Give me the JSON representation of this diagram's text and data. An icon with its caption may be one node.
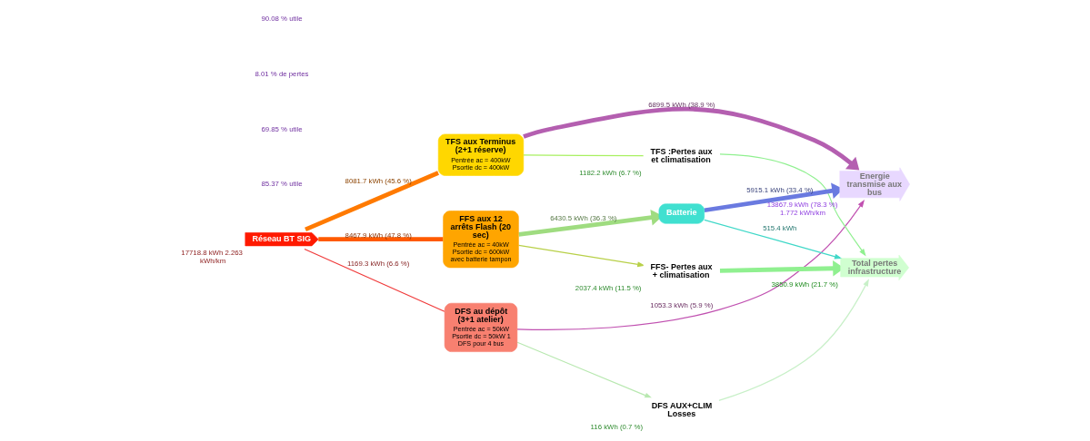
{
  "diagram": {
    "nodes": [
      {
        "text": [
          "Réseau BT SIG"
        ],
        "beside": [
          "17718.8 kWh 2.263 kWh/km"
        ]
      },
      {
        "text": [
          "TFS aux Terminus (2+1 réserve)",
          "Pentrée ac = 400kW Psortie dc = 400kW"
        ]
      },
      {
        "text": [
          "FFS aux 12 arrêts Flash (20 sec)",
          "Pentrée ac = 40kW Psortie dc = 600kW avec batterie tampon"
        ]
      },
      {
        "text": [
          "DFS au dépôt (3+1 atelier)",
          "Pentrée ac = 50kW Psortie dc = 50kW 1 DFS pour 4 bus"
        ]
      },
      {
        "text": [
          "TFS :Pertes aux et climatisation"
        ],
        "beside": [
          "1182.2 kWh (6.7 %)"
        ]
      },
      {
        "text": [
          "Batterie"
        ]
      },
      {
        "text": [
          "FFS- Pertes aux + climatisation"
        ],
        "beside": [
          "2037.4 kWh (11.5 %)"
        ]
      },
      {
        "text": [
          "DFS AUX+CLIM Losses"
        ],
        "beside": [
          "116 kWh (0.7 %)"
        ]
      },
      {
        "text": [
          "Energie transmise aux bus"
        ],
        "beside": [
          "13867.9 kWh (78.3 %) 1.772 kWh/km"
        ]
      },
      {
        "text": [
          "Total pertes infrastructure"
        ],
        "beside": [
          "3850.9 kWh (21.7 %)"
        ]
      }
    ],
    "edges": [
      {
        "from": 0,
        "to": 1,
        "arrow": "none",
        "label": "8081.7 kWh (45.6 %)",
        "style": "thick",
        "color": "#ff7a00"
      },
      {
        "from": 0,
        "to": 2,
        "arrow": "none",
        "label": "8467.9 kWh (47.8 %)",
        "style": "thick",
        "color": "#ff5a00"
      },
      {
        "from": 0,
        "to": 3,
        "arrow": "none",
        "label": "1169.3 kWh (6.6 %)",
        "color": "#f03a3a"
      },
      {
        "from": 1,
        "to": 8,
        "arrow": "to",
        "label": "6899.5 kWh (38.9 %)",
        "style": "thick",
        "color": "#b45fb0"
      },
      {
        "from": 1,
        "to": 4,
        "arrow": "none",
        "color": "#a8f060"
      },
      {
        "from": 2,
        "to": 5,
        "arrow": "to",
        "label": "6430.5 kWh (36.3 %)",
        "style": "thick",
        "color": "#9fdc80"
      },
      {
        "from": 2,
        "to": 6,
        "arrow": "to",
        "color": "#b8d048"
      },
      {
        "from": 3,
        "to": 8,
        "arrow": "to",
        "label": "1053.3 kWh (5.9 %)",
        "color": "#c050b0"
      },
      {
        "from": 3,
        "to": 7,
        "arrow": "to",
        "color": "#b8e8b0"
      },
      {
        "from": 5,
        "to": 8,
        "arrow": "to",
        "label": "5915.1 kWh (33.4 %)",
        "style": "thick",
        "color": "#6a7ae0"
      },
      {
        "from": 5,
        "to": 9,
        "arrow": "to",
        "label": "515.4 kWh",
        "color": "#40d8c8"
      },
      {
        "from": 4,
        "to": 9,
        "arrow": "to",
        "color": "#90f090"
      },
      {
        "from": 6,
        "to": 9,
        "arrow": "to",
        "style": "thick",
        "color": "#90f090"
      },
      {
        "from": 7,
        "to": 9,
        "arrow": "to",
        "color": "#c8f0c8"
      }
    ],
    "labels": [
      "85.37 % utile",
      "69.85 % utile",
      "8.01 % de pertes",
      "90.08 % utile"
    ]
  }
}
